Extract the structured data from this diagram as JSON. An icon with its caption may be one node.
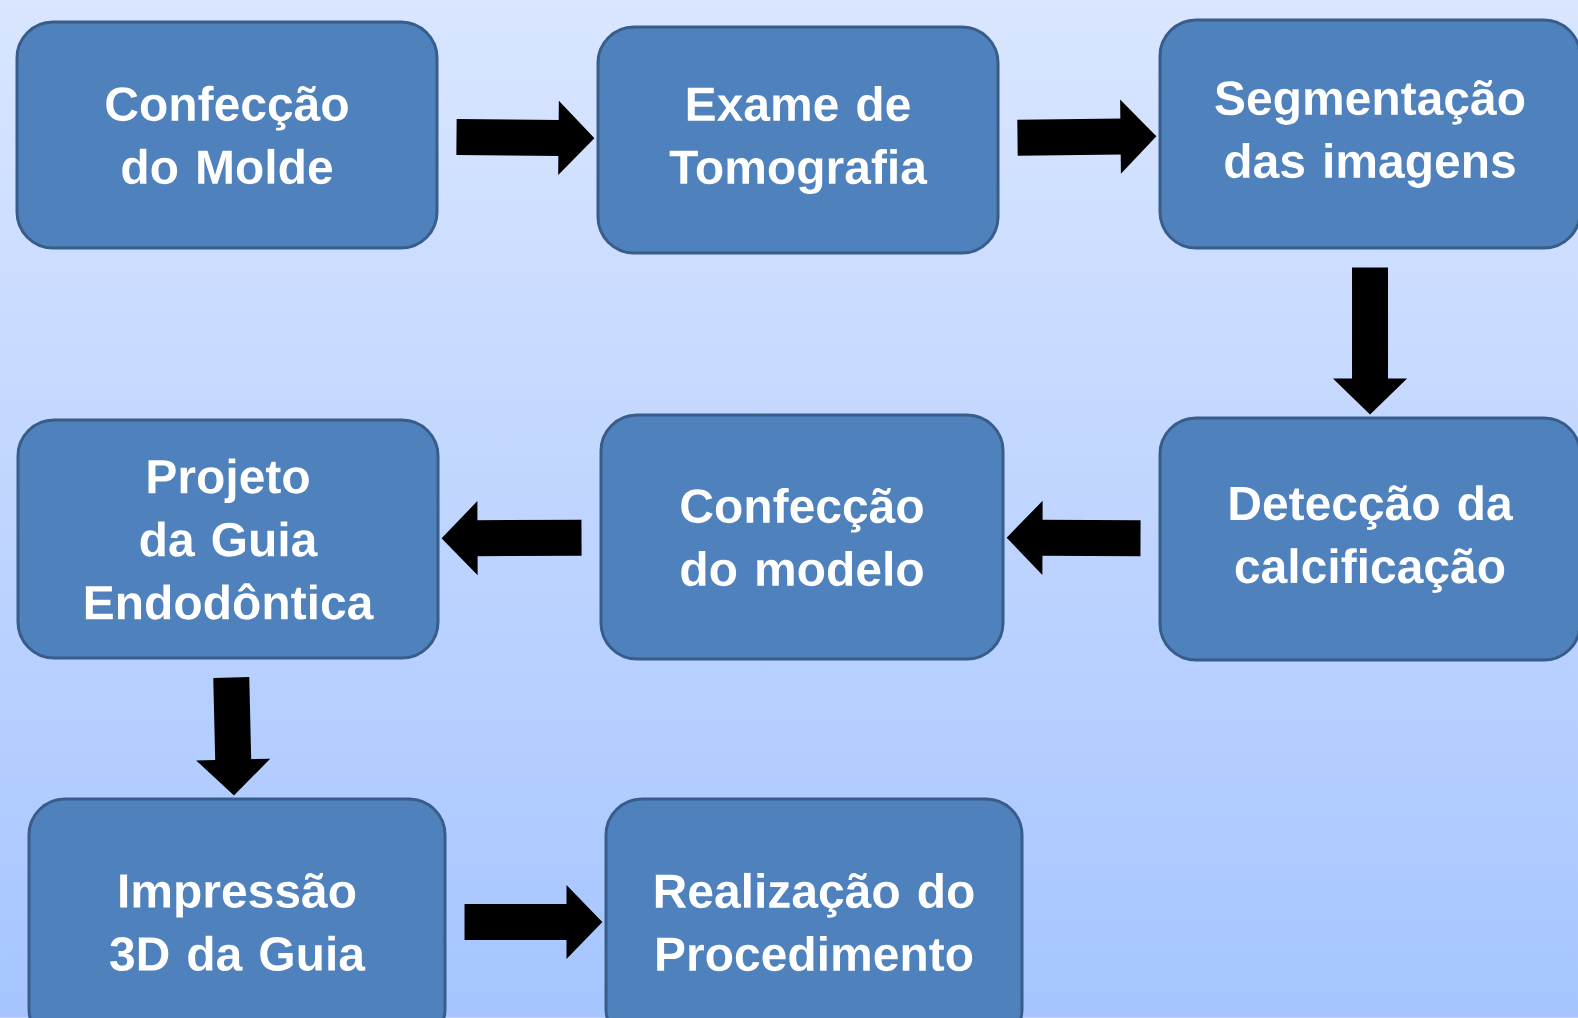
{
  "diagram": {
    "nodes": [
      {
        "text": [
          "Confecção do Molde"
        ]
      },
      {
        "text": [
          "Exame de Tomografia"
        ]
      },
      {
        "text": [
          "Segmentação das imagens"
        ]
      },
      {
        "text": [
          "Detecção da calcificação"
        ]
      },
      {
        "text": [
          "Confecção do modelo"
        ]
      },
      {
        "text": [
          "Projeto da Guia Endodôntica"
        ]
      },
      {
        "text": [
          "Impressão 3D da Guia"
        ]
      },
      {
        "text": [
          "Realização do Procedimento"
        ]
      }
    ],
    "edges": [
      {
        "from": 0,
        "to": 1,
        "arrow": "to"
      },
      {
        "from": 1,
        "to": 2,
        "arrow": "to"
      },
      {
        "from": 2,
        "to": 3,
        "arrow": "to"
      },
      {
        "from": 3,
        "to": 4,
        "arrow": "to"
      },
      {
        "from": 4,
        "to": 5,
        "arrow": "to"
      },
      {
        "from": 5,
        "to": 6,
        "arrow": "to"
      },
      {
        "from": 6,
        "to": 7,
        "arrow": "to"
      }
    ]
  }
}
